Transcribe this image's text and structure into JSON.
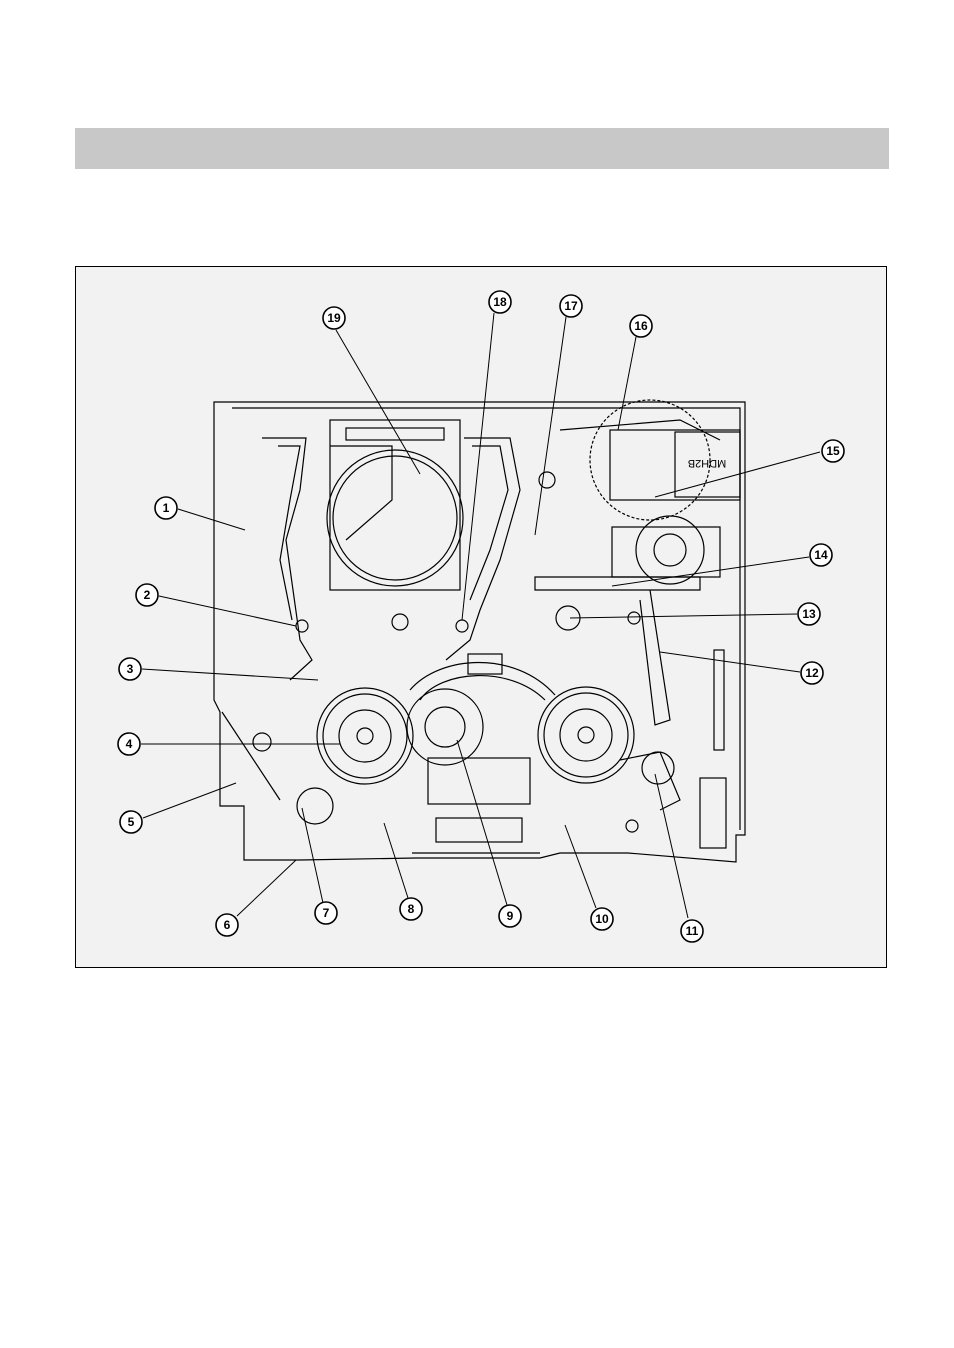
{
  "header": {
    "title": ""
  },
  "diagram": {
    "callouts": [
      {
        "label": "1"
      },
      {
        "label": "2"
      },
      {
        "label": "3"
      },
      {
        "label": "4"
      },
      {
        "label": "5"
      },
      {
        "label": "6"
      },
      {
        "label": "7"
      },
      {
        "label": "8"
      },
      {
        "label": "9"
      },
      {
        "label": "10"
      },
      {
        "label": "11"
      },
      {
        "label": "12"
      },
      {
        "label": "13"
      },
      {
        "label": "14"
      },
      {
        "label": "15"
      },
      {
        "label": "16"
      },
      {
        "label": "17"
      },
      {
        "label": "18"
      },
      {
        "label": "19"
      }
    ],
    "plate_text": "MDH2B",
    "colors": {
      "ink": "#000000",
      "panel": "#f2f2f2",
      "header": "#c8c8c8"
    }
  }
}
